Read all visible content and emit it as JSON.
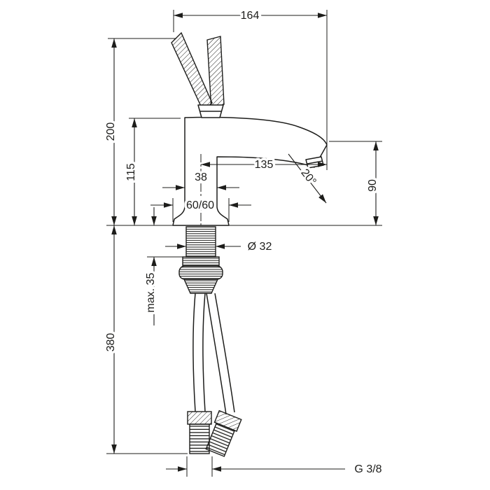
{
  "drawing": {
    "subject": "single-hole basin mixer tap - technical dimension drawing",
    "background": "#ffffff",
    "line_color": "#1d1d1b",
    "dimensions": {
      "overall_width": "164",
      "overall_height": "200",
      "spout_base_height": "115",
      "body_width": "38",
      "spout_reach": "135",
      "base_footprint": "60/60",
      "spout_angle": "20°",
      "spout_outlet_height": "90",
      "shank_diameter": "Ø 32",
      "max_mounting_thickness": "max. 35",
      "hose_length": "380",
      "connection_thread": "G 3/8"
    }
  }
}
